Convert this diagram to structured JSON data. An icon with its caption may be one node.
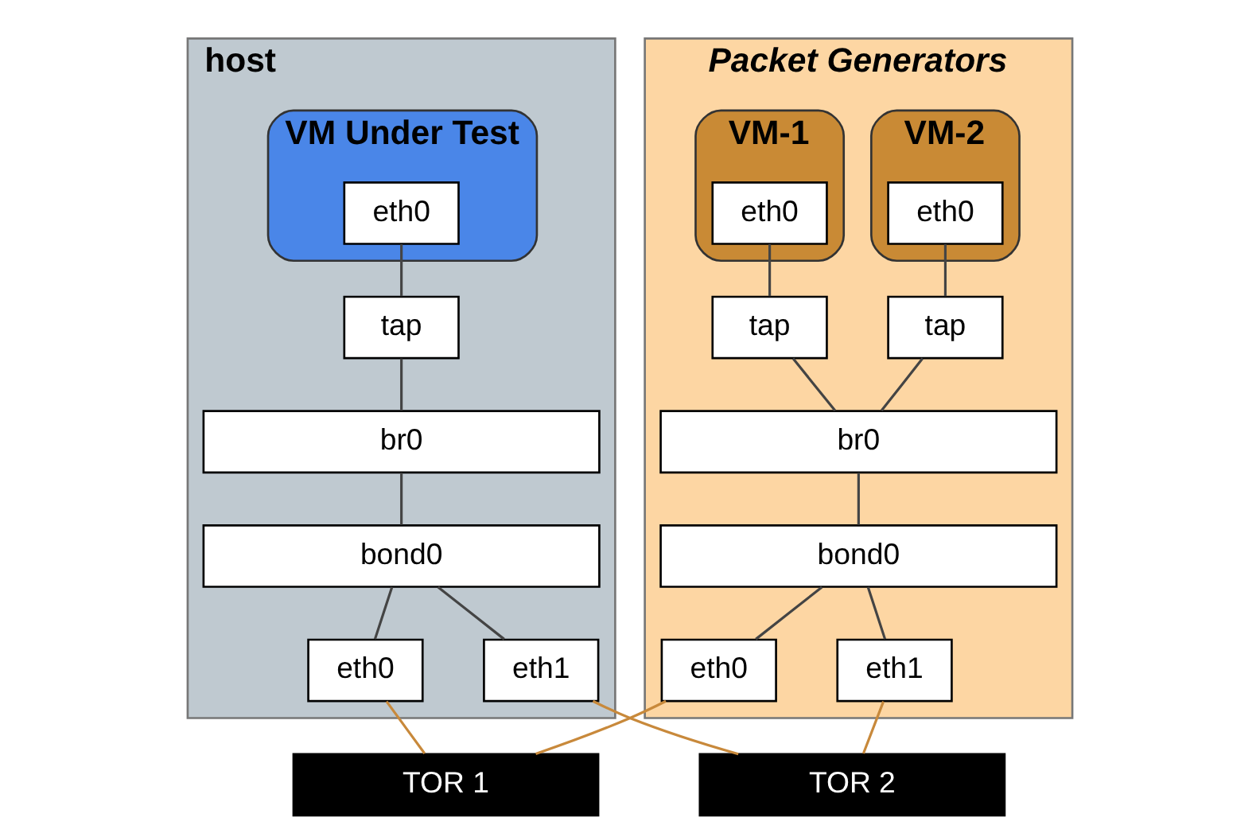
{
  "diagram": {
    "nodes": [
      {
        "text": [
          "host"
        ]
      },
      {
        "text": [
          "VM Under Test"
        ],
        "in": 0
      },
      {
        "text": [
          "eth0"
        ],
        "in": 1
      },
      {
        "text": [
          "tap"
        ],
        "in": 0
      },
      {
        "text": [
          "br0"
        ],
        "in": 0
      },
      {
        "text": [
          "bond0"
        ],
        "in": 0
      },
      {
        "text": [
          "eth0"
        ],
        "in": 0
      },
      {
        "text": [
          "eth1"
        ],
        "in": 0
      },
      {
        "text": [
          "Packet Generators"
        ]
      },
      {
        "text": [
          "VM-1"
        ],
        "in": 8
      },
      {
        "text": [
          "eth0"
        ],
        "in": 9
      },
      {
        "text": [
          "VM-2"
        ],
        "in": 8
      },
      {
        "text": [
          "eth0"
        ],
        "in": 11
      },
      {
        "text": [
          "tap"
        ],
        "in": 8
      },
      {
        "text": [
          "tap"
        ],
        "in": 8
      },
      {
        "text": [
          "br0"
        ],
        "in": 8
      },
      {
        "text": [
          "bond0"
        ],
        "in": 8
      },
      {
        "text": [
          "eth0"
        ],
        "in": 8
      },
      {
        "text": [
          "eth1"
        ],
        "in": 8
      },
      {
        "text": [
          "TOR 1"
        ]
      },
      {
        "text": [
          "TOR 2"
        ]
      }
    ],
    "edges": [
      {
        "from": 2,
        "to": 3,
        "arrow": "none"
      },
      {
        "from": 3,
        "to": 4,
        "arrow": "none"
      },
      {
        "from": 4,
        "to": 5,
        "arrow": "none"
      },
      {
        "from": 5,
        "to": 6,
        "arrow": "none"
      },
      {
        "from": 5,
        "to": 7,
        "arrow": "none"
      },
      {
        "from": 10,
        "to": 13,
        "arrow": "none"
      },
      {
        "from": 12,
        "to": 14,
        "arrow": "none"
      },
      {
        "from": 13,
        "to": 15,
        "arrow": "none"
      },
      {
        "from": 14,
        "to": 15,
        "arrow": "none"
      },
      {
        "from": 15,
        "to": 16,
        "arrow": "none"
      },
      {
        "from": 16,
        "to": 17,
        "arrow": "none"
      },
      {
        "from": 16,
        "to": 18,
        "arrow": "none"
      },
      {
        "from": 6,
        "to": 19,
        "arrow": "none",
        "color": "#c8893b"
      },
      {
        "from": 7,
        "to": 20,
        "arrow": "none",
        "color": "#c8893b"
      },
      {
        "from": 17,
        "to": 19,
        "arrow": "none",
        "color": "#c8893b"
      },
      {
        "from": 18,
        "to": 20,
        "arrow": "none",
        "color": "#c8893b"
      }
    ]
  }
}
